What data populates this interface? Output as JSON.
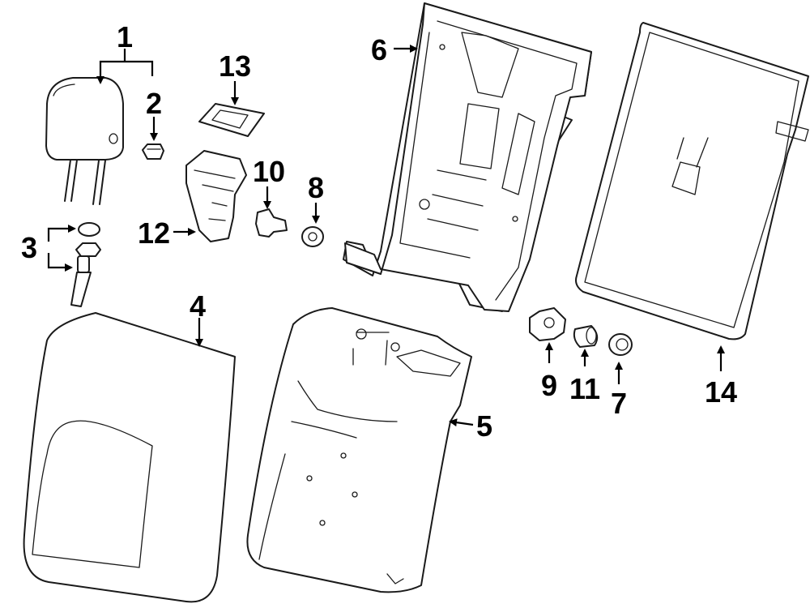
{
  "diagram": {
    "callouts": [
      {
        "id": "1",
        "part": "headrest"
      },
      {
        "id": "2",
        "part": "headrest-guide-cap"
      },
      {
        "id": "3",
        "part": "headrest-guide"
      },
      {
        "id": "4",
        "part": "seat-back-cover"
      },
      {
        "id": "5",
        "part": "seat-back-pad"
      },
      {
        "id": "6",
        "part": "seat-back-frame"
      },
      {
        "id": "7",
        "part": "bushing"
      },
      {
        "id": "8",
        "part": "washer"
      },
      {
        "id": "9",
        "part": "pivot-bracket"
      },
      {
        "id": "10",
        "part": "bolt"
      },
      {
        "id": "11",
        "part": "sleeve"
      },
      {
        "id": "12",
        "part": "latch-bracket"
      },
      {
        "id": "13",
        "part": "latch-bezel"
      },
      {
        "id": "14",
        "part": "rear-panel"
      }
    ],
    "colors": {
      "line": "#1a1a1a",
      "label": "#000000",
      "background": "#ffffff"
    }
  }
}
